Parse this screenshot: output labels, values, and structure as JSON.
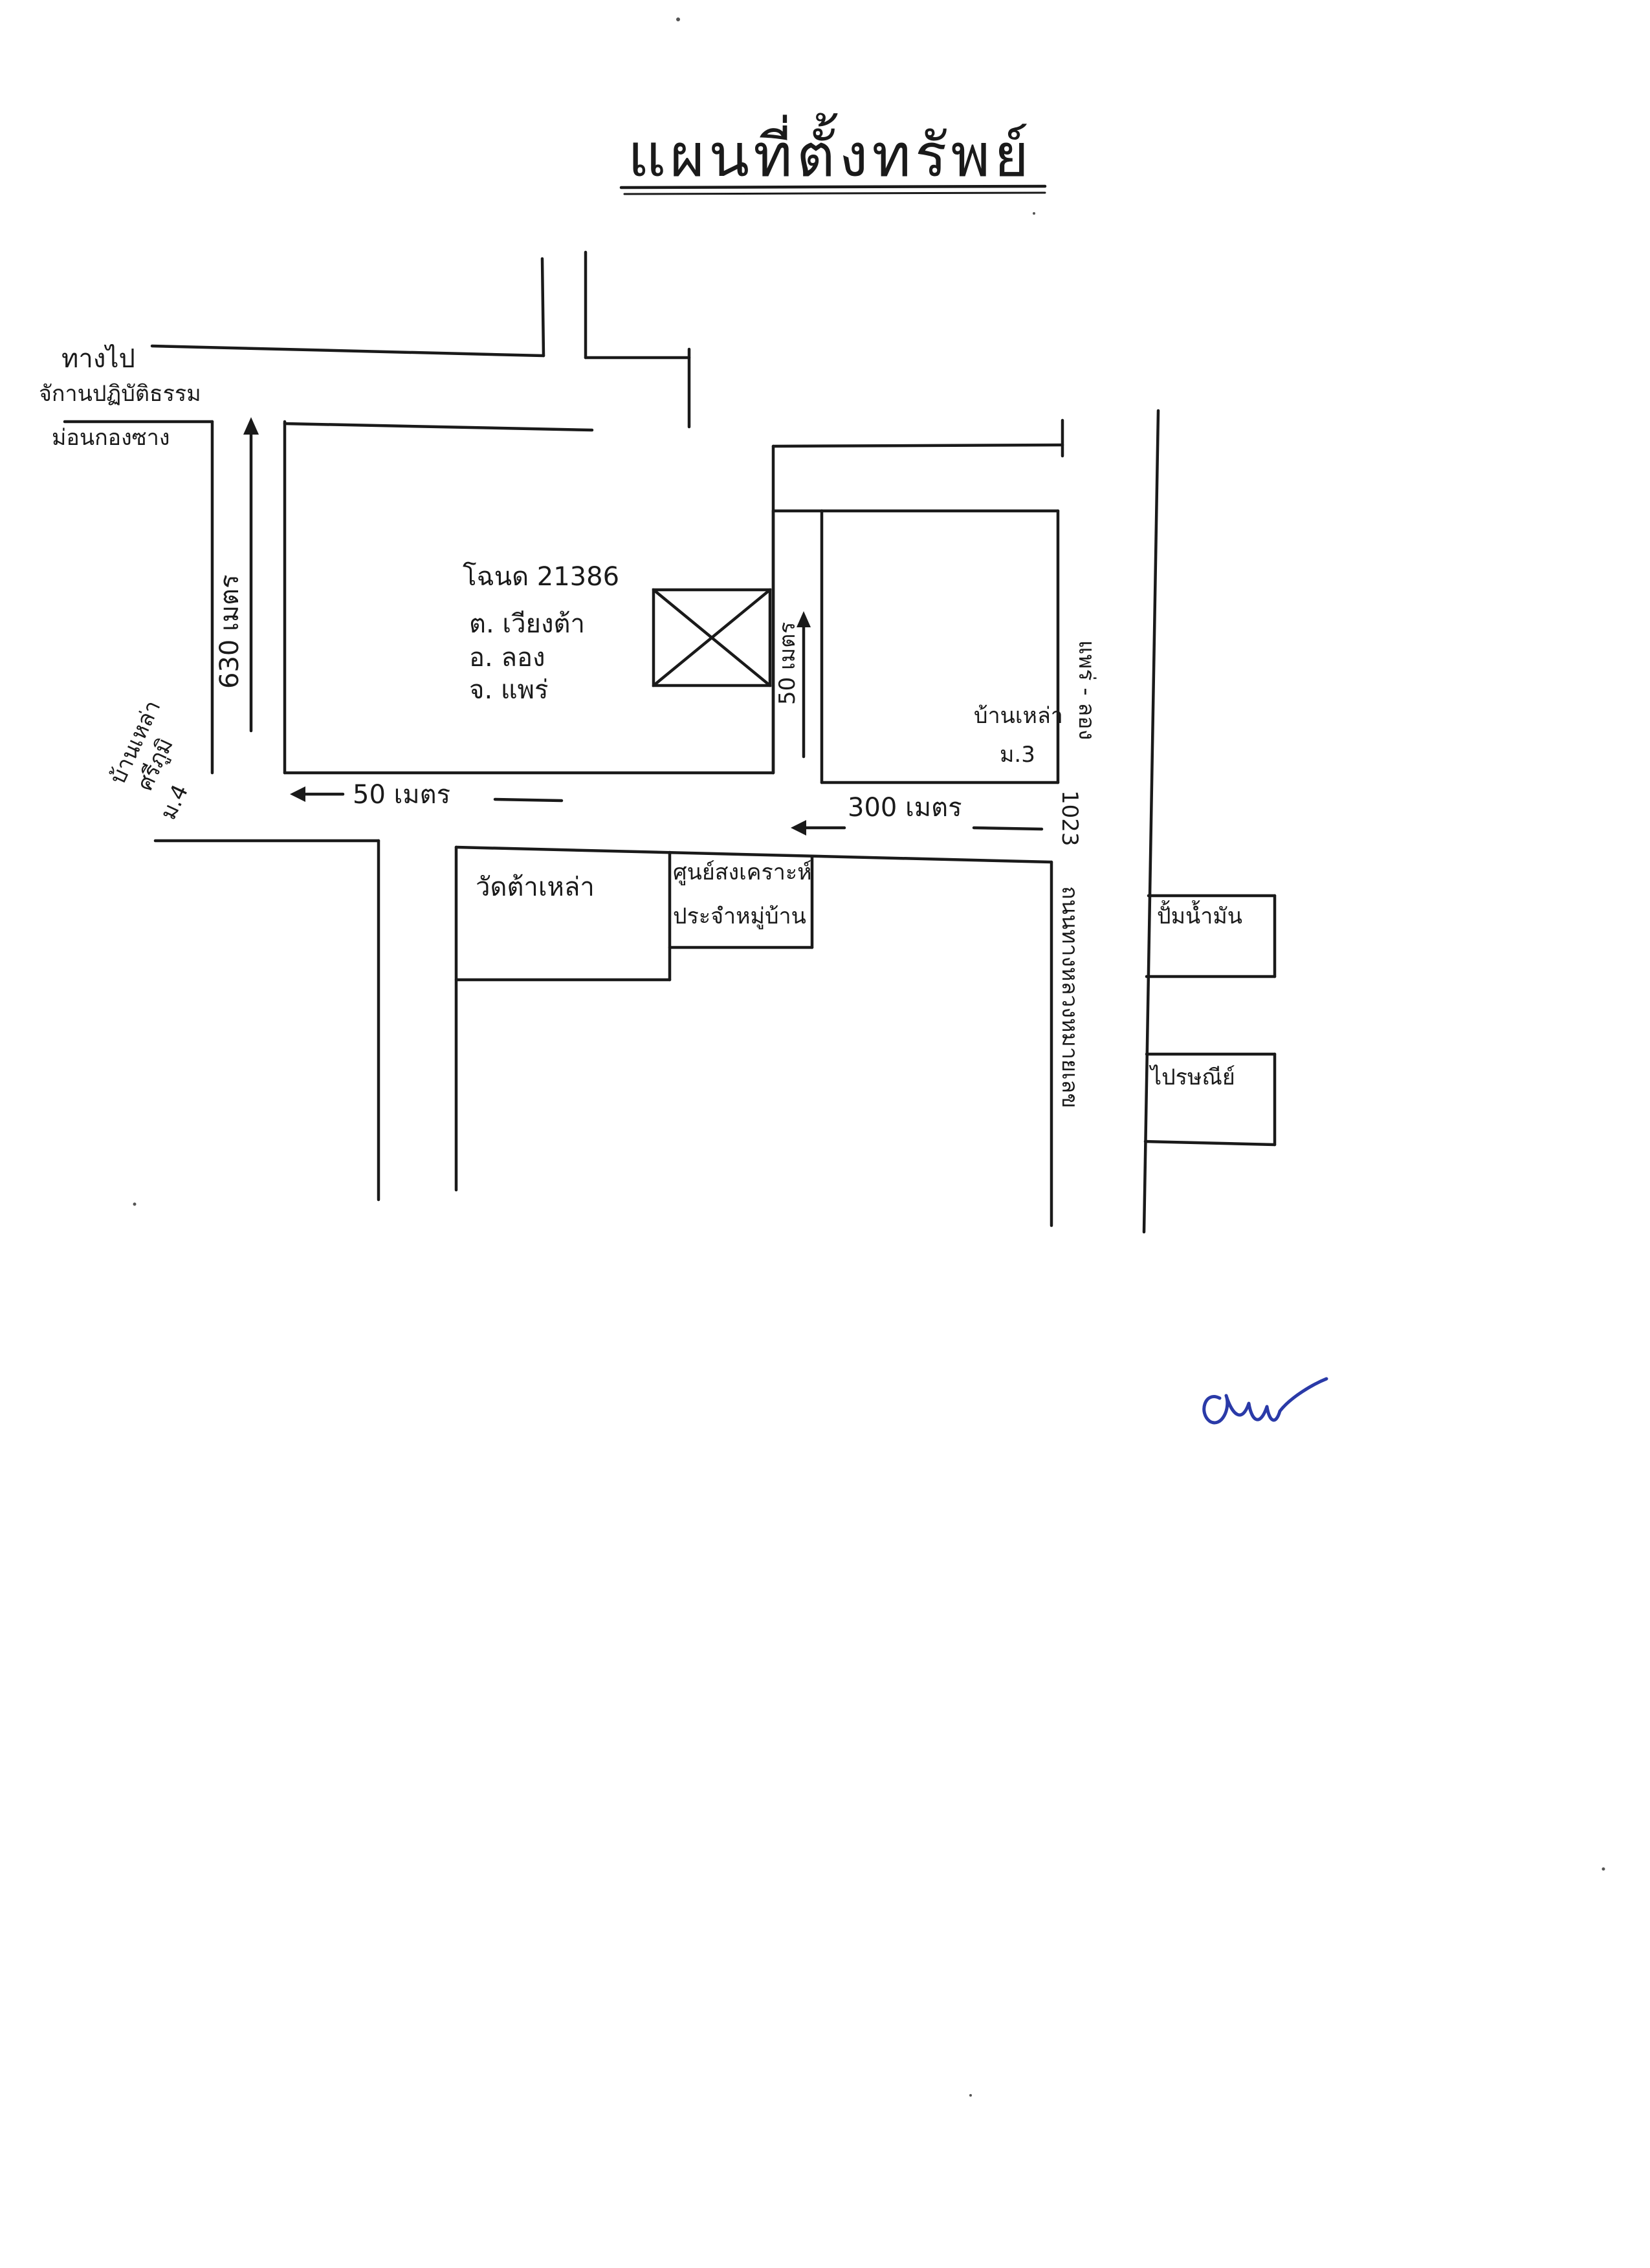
{
  "title": "แผนที่ตั้งทรัพย์",
  "labels": {
    "to_road_1": "ทางไป",
    "to_road_2": "จักานปฏิบัติธรรม",
    "to_road_3": "ม่อนกองซาง",
    "dist_north": "630 เมตร",
    "village_west_1": "บ้านเหล่า",
    "village_west_2": "ศรีภูมิ",
    "village_west_3": "ม.4",
    "parcel_1": "โฉนด 21386",
    "parcel_2": "ต. เวียงต้า",
    "parcel_3": "อ. ลอง",
    "parcel_4": "จ. แพร่",
    "dist_short": "50 เมตร",
    "village_east_1": "บ้านเหล่า",
    "village_east_2": "ม.3",
    "road_east_name": "แพร่ - ลอง",
    "dist_west": "50 เมตร",
    "dist_east": "300 เมตร",
    "road_number": "1023",
    "highway": "ถนนทางหลวงหมายเลข",
    "temple": "วัดต้าเหล่า",
    "community_center_1": "ศูนย์สงเคราะห์",
    "community_center_2": "ประจำหมู่บ้าน",
    "gas_station": "ปั้มน้ำมัน",
    "post_office": "ไปรษณีย์"
  },
  "colors": {
    "ink": "#1a1a1a",
    "signature": "#2a3aa8",
    "paper": "#ffffff"
  }
}
